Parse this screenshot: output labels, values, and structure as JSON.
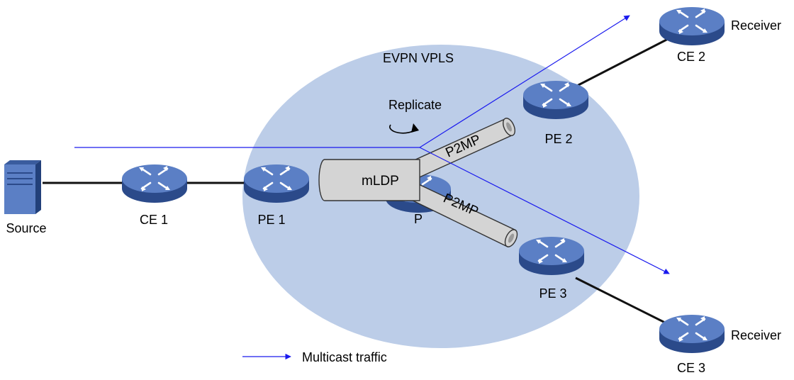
{
  "diagram": {
    "region_label": "EVPN VPLS",
    "replicate_label": "Replicate",
    "tunnel_label": "mLDP",
    "branch_label_1": "P2MP",
    "branch_label_2": "P2MP",
    "legend_label": "Multicast traffic",
    "colors": {
      "region_fill": "#bccde8",
      "router_top": "#5b7fc5",
      "router_side": "#2b4a8a",
      "traffic": "#1a1aee",
      "tube_fill": "#d4d4d4",
      "link": "#111111"
    },
    "nodes": {
      "source": "Source",
      "ce1": "CE 1",
      "pe1": "PE 1",
      "p": "P",
      "pe2": "PE 2",
      "pe3": "PE 3",
      "ce2": "CE 2",
      "ce3": "CE 3",
      "receiver_top": "Receiver",
      "receiver_bottom": "Receiver"
    }
  }
}
